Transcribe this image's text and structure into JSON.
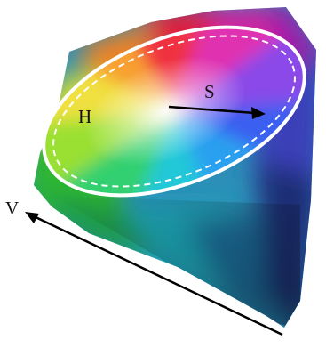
{
  "labels": {
    "hue": "H",
    "saturation": "S",
    "value": "V"
  },
  "colors": {
    "outline": "#ffffff",
    "arrow": "#000000",
    "background": "#ffffff"
  }
}
